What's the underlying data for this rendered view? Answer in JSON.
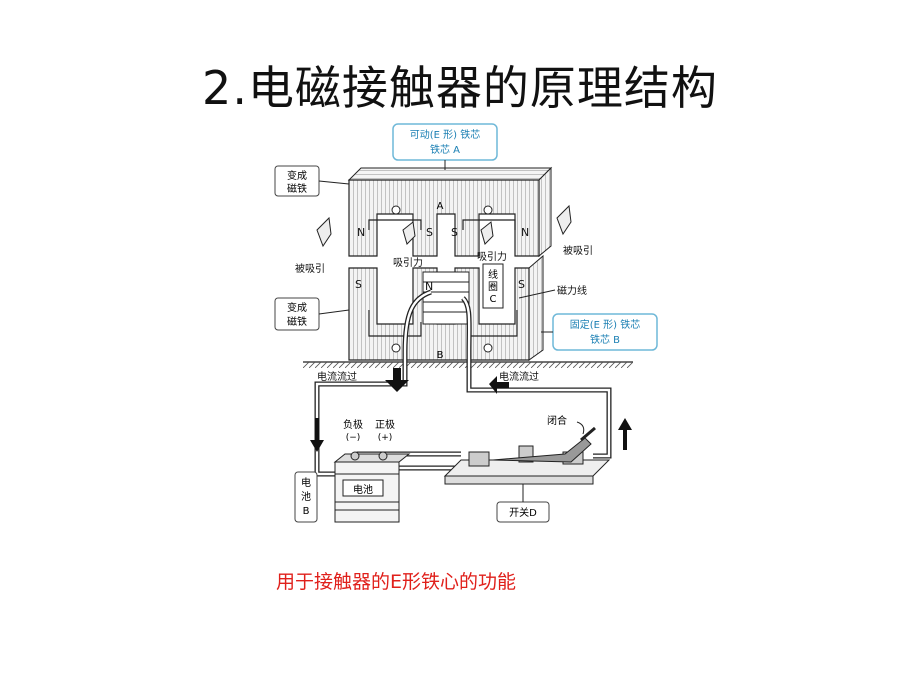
{
  "slide": {
    "title": "2.电磁接触器的原理结构",
    "caption": "用于接触器的E形铁心的功能"
  },
  "diagram": {
    "callouts": {
      "movable_core_line1": "可动(E 形) 铁芯",
      "movable_core_line2": "铁芯 A",
      "fixed_core_line1": "固定(E 形) 铁芯",
      "fixed_core_line2": "铁芯 B",
      "magnet_top_line1": "变成",
      "magnet_top_line2": "磁铁",
      "magnet_mid_line1": "变成",
      "magnet_mid_line2": "磁铁",
      "battery_box_line1": "电",
      "battery_box_line2": "池",
      "battery_box_line3": "B",
      "switch_box": "开关D"
    },
    "labels": {
      "attracted_left": "被吸引",
      "attracted_right": "被吸引",
      "attraction_left": "吸引力",
      "attraction_right": "吸引力",
      "coil_line1": "线",
      "coil_line2": "圈",
      "coil_line3": "C",
      "flux": "磁力线",
      "current_left": "电流流过",
      "current_right": "电流流过",
      "negative": "负极",
      "negative_sign": "(−)",
      "positive": "正极",
      "positive_sign": "(+)",
      "battery": "电池",
      "closed": "闭合",
      "point_a": "A",
      "point_b": "B"
    },
    "poles": {
      "n_left": "N",
      "s_center_left": "S",
      "s_center_right": "S",
      "n_right": "N",
      "s_lower_left": "S",
      "n_lower_center": "N",
      "s_lower_right": "S"
    },
    "colors": {
      "callout_border": "#6fb8d8",
      "callout_text": "#1a7fb3",
      "line": "#222222",
      "caption": "#e0201b"
    }
  }
}
